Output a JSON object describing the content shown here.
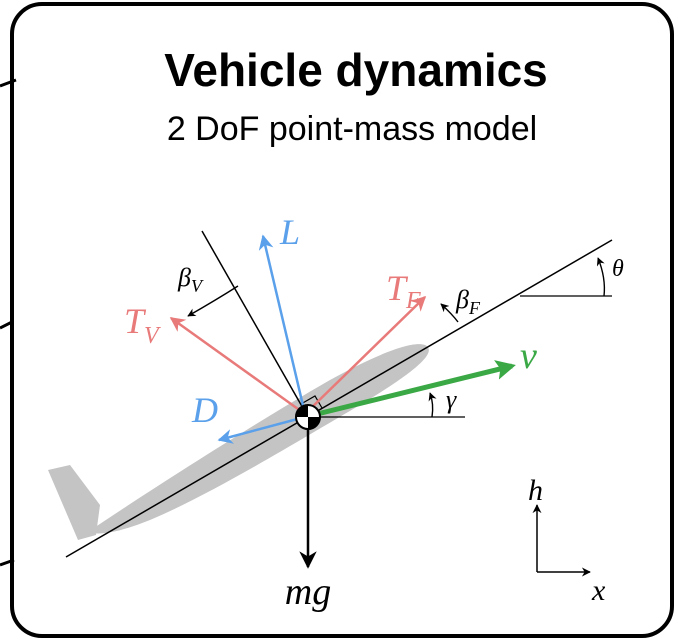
{
  "title": "Vehicle dynamics",
  "subtitle": "2 DoF point-mass model",
  "labels": {
    "lift": "L",
    "drag": "D",
    "thrust_vertical": "T",
    "thrust_vertical_sub": "V",
    "thrust_forward": "T",
    "thrust_forward_sub": "F",
    "velocity": "v",
    "weight": "mg",
    "beta_v": "β",
    "beta_v_sub": "V",
    "beta_f": "β",
    "beta_f_sub": "F",
    "gamma": "γ",
    "theta": "θ",
    "axis_h": "h",
    "axis_x": "x"
  },
  "colors": {
    "lift": "#5aa0ea",
    "drag": "#5aa0ea",
    "thrust": "#e87a7a",
    "velocity": "#3aa845",
    "aircraft": "#c4c4c4",
    "frame": "#000000"
  }
}
